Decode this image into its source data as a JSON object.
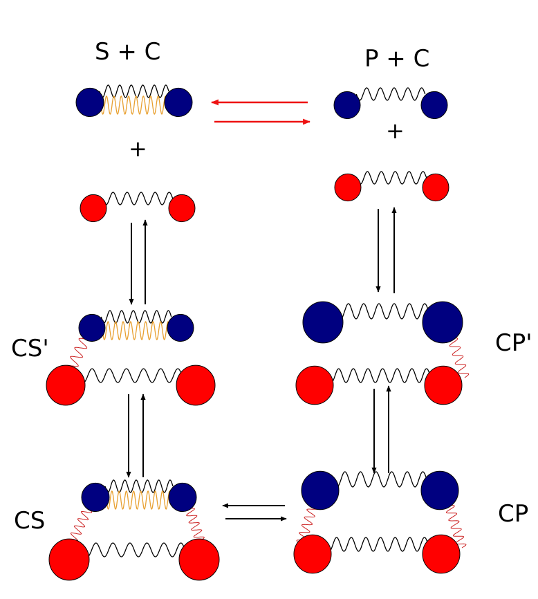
{
  "labels": {
    "s_plus_c": "S + C",
    "p_plus_c": "P + C",
    "plus_left": "+",
    "plus_right": "+",
    "cs_prime": "CS'",
    "cp_prime": "CP'",
    "cs": "CS",
    "cp": "CP"
  },
  "colors": {
    "blue_bead": "#000080",
    "red_bead": "#ff0000",
    "black_spring": "#000000",
    "orange_spring": "#e8a030",
    "red_spring": "#cc2222",
    "red_arrow": "#ee1111",
    "black_arrow": "#000000"
  }
}
